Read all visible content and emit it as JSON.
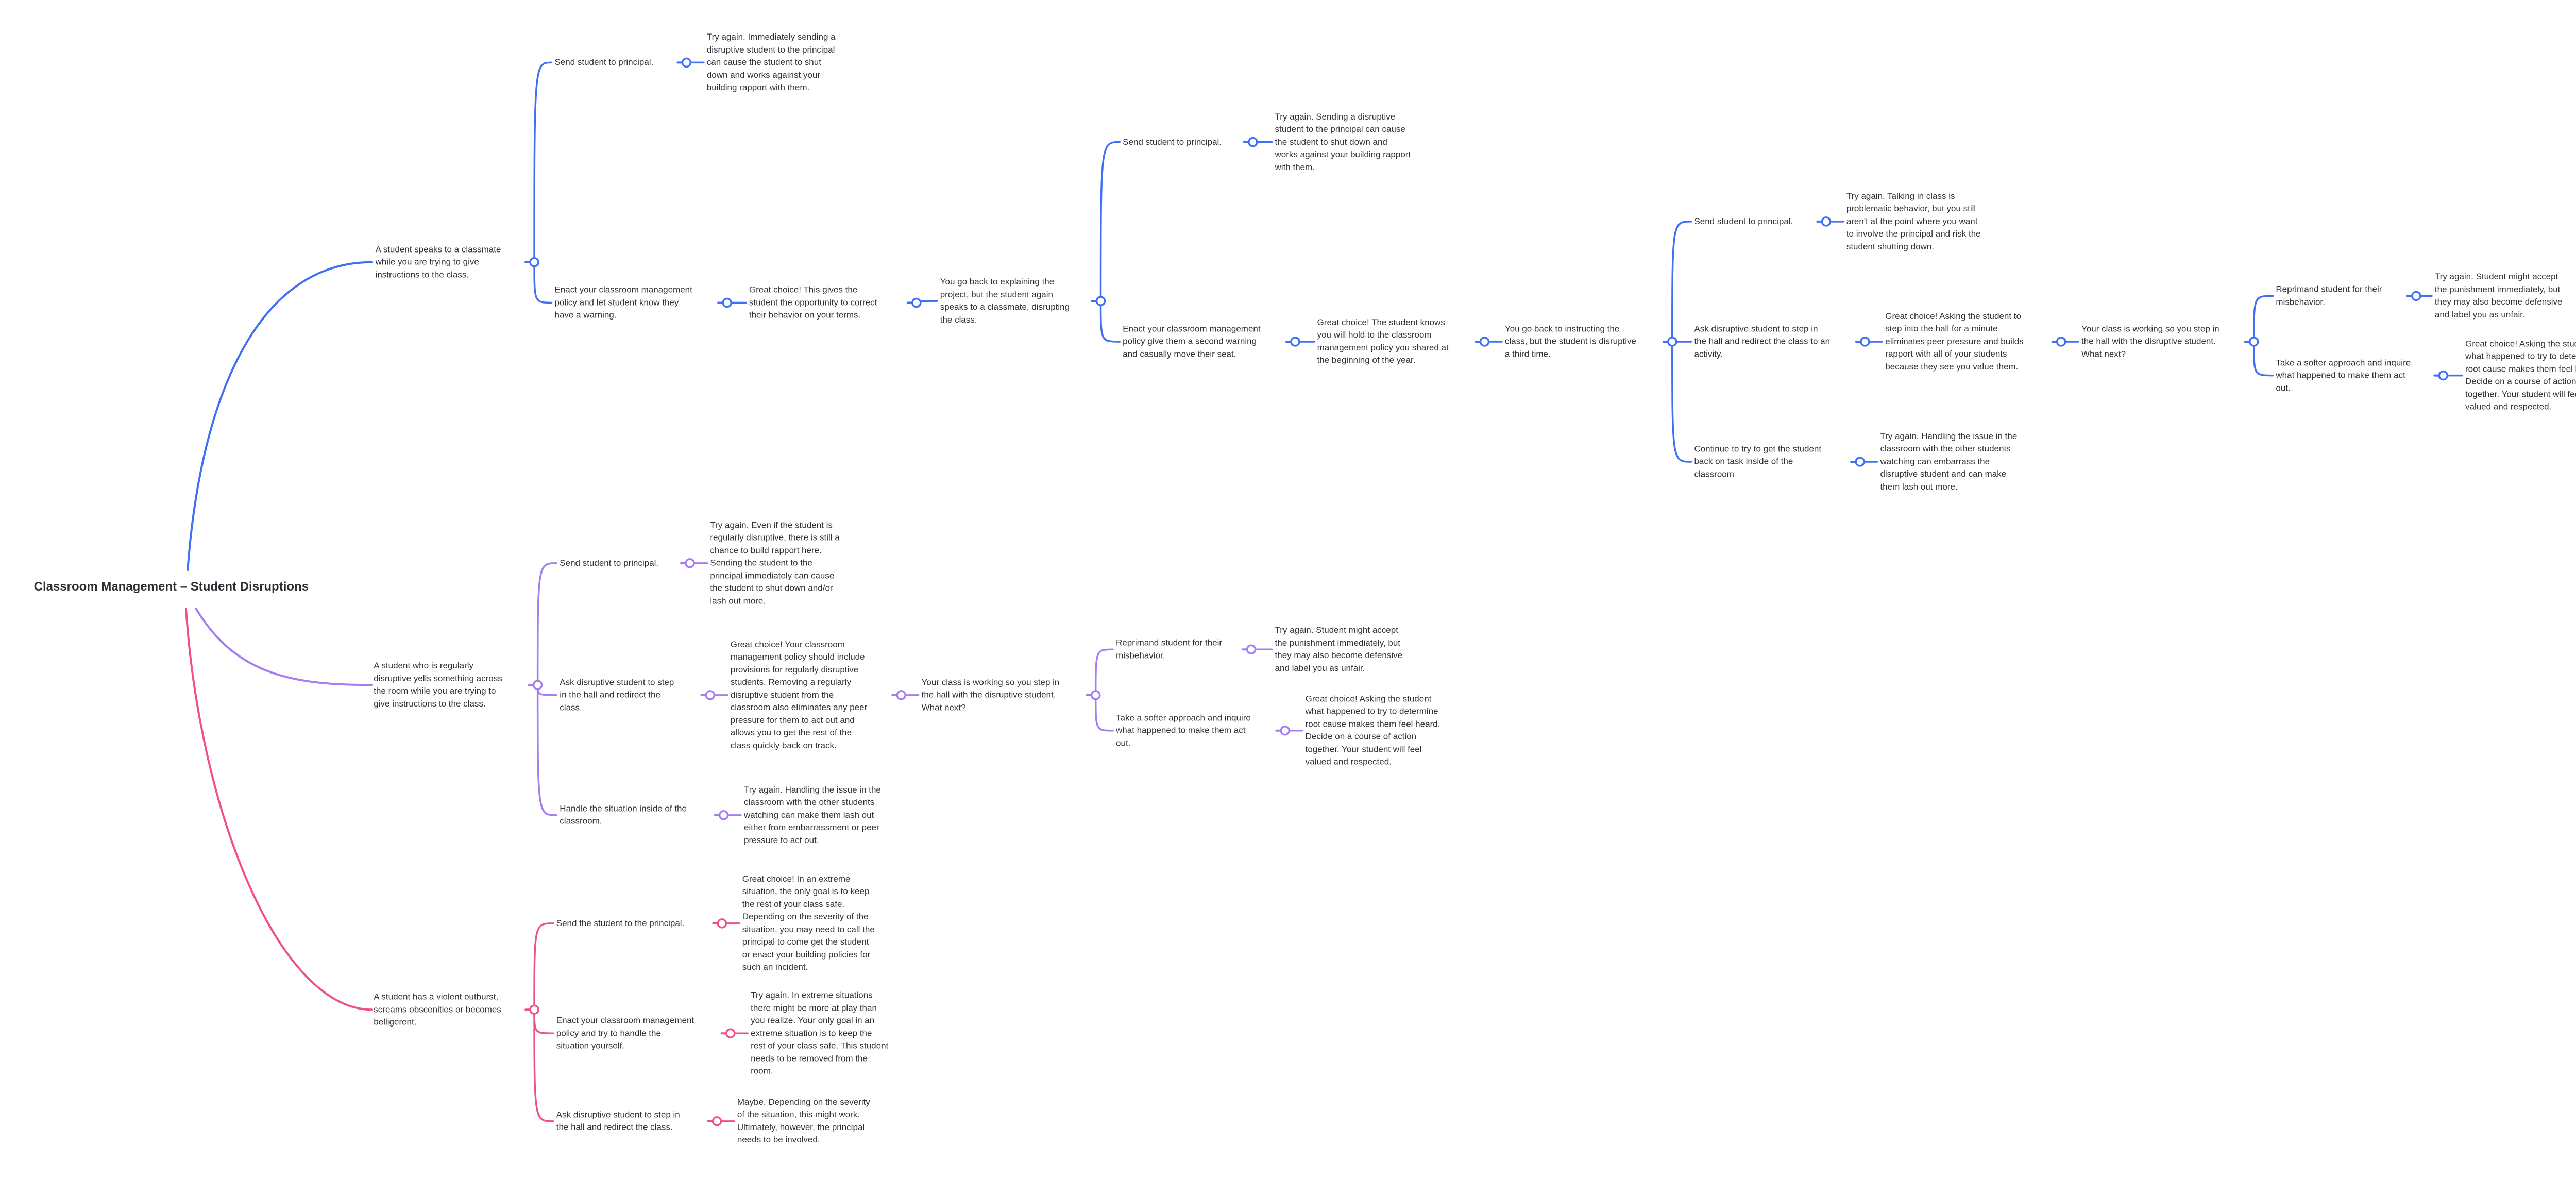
{
  "root": {
    "title": "Classroom Management – Student Disruptions"
  },
  "branches": [
    {
      "color": "#3e6ff4",
      "text": "A student speaks to a classmate\nwhile you are trying to give\ninstructions to the class.",
      "children": [
        {
          "text": "Send student to principal.",
          "children": [
            {
              "text": "Try again. Immediately sending a\ndisruptive student to the principal\ncan cause the student to shut\ndown and works against your\nbuilding rapport with them.",
              "children": []
            }
          ]
        },
        {
          "text": "Enact your classroom management\npolicy and let student know they\nhave a warning.",
          "children": [
            {
              "text": "Great choice! This gives the\nstudent the opportunity to correct\ntheir behavior on your terms.",
              "children": [
                {
                  "text": "You go back to explaining the\nproject, but the student again\nspeaks to a classmate, disrupting\nthe class.",
                  "children": [
                    {
                      "text": "Send student to principal.",
                      "children": [
                        {
                          "text": "Try again. Sending a disruptive\nstudent to the principal can cause\nthe student to shut down and\nworks against your building rapport\nwith them.",
                          "children": []
                        }
                      ]
                    },
                    {
                      "text": "Enact your classroom management\npolicy give them a second warning\nand casually move their seat.",
                      "children": [
                        {
                          "text": "Great choice! The student knows\nyou will hold to the classroom\nmanagement policy you shared at\nthe beginning of the year.",
                          "children": [
                            {
                              "text": "You go back to instructing the\nclass, but the student is disruptive\na third time.",
                              "children": [
                                {
                                  "text": "Send student to principal.",
                                  "children": [
                                    {
                                      "text": "Try again. Talking in class is\nproblematic behavior, but you still\naren't at the point where you want\nto involve the principal and risk the\nstudent shutting down.",
                                      "children": []
                                    }
                                  ]
                                },
                                {
                                  "text": "Ask disruptive student to step in\nthe hall and redirect the class to an\nactivity.",
                                  "children": [
                                    {
                                      "text": "Great choice! Asking the student to\nstep into the hall for a minute\neliminates peer pressure and builds\nrapport with all of your students\nbecause they see you value them.",
                                      "children": [
                                        {
                                          "text": "Your class is working so you step in\nthe hall with the disruptive student.\nWhat next?",
                                          "children": [
                                            {
                                              "text": "Reprimand student for their\nmisbehavior.",
                                              "children": [
                                                {
                                                  "text": "Try again. Student might accept\nthe punishment immediately, but\nthey may also become defensive\nand label you as unfair.",
                                                  "children": []
                                                }
                                              ]
                                            },
                                            {
                                              "text": "Take a softer approach and inquire\nwhat happened to make them act\nout.",
                                              "children": [
                                                {
                                                  "text": "Great choice! Asking the student\nwhat happened to try to determine\nroot cause makes them feel heard.\nDecide on a course of action\ntogether. Your student will feel\nvalued and respected.",
                                                  "children": []
                                                }
                                              ]
                                            }
                                          ]
                                        }
                                      ]
                                    }
                                  ]
                                },
                                {
                                  "text": "Continue to try to get the student\nback on task inside of the\nclassroom",
                                  "children": [
                                    {
                                      "text": "Try again. Handling the issue in the\nclassroom with the other students\nwatching can embarrass the\ndisruptive student and can make\nthem lash out more.",
                                      "children": []
                                    }
                                  ]
                                }
                              ]
                            }
                          ]
                        }
                      ]
                    }
                  ]
                }
              ]
            }
          ]
        }
      ]
    },
    {
      "color": "#a47df0",
      "text": "A student who is regularly\ndisruptive yells something across\nthe room while you are trying to\ngive instructions to the class.",
      "children": [
        {
          "text": "Send student to principal.",
          "children": [
            {
              "text": "Try again. Even if the student is\nregularly disruptive, there is still a\nchance to build rapport here.\nSending the student to the\nprincipal immediately can cause\nthe student to shut down and/or\nlash out more.",
              "children": []
            }
          ]
        },
        {
          "text": "Ask disruptive student to step\nin the hall and redirect the\nclass.",
          "children": [
            {
              "text": "Great choice! Your classroom\nmanagement policy should include\nprovisions for regularly disruptive\nstudents. Removing a regularly\ndisruptive student from the\nclassroom also eliminates any peer\npressure for them to act out and\nallows you to get the rest of the\nclass quickly back on track.",
              "children": [
                {
                  "text": "Your class is working so you step in\nthe hall with the disruptive student.\nWhat next?",
                  "children": [
                    {
                      "text": "Reprimand student for their\nmisbehavior.",
                      "children": [
                        {
                          "text": "Try again. Student might accept\nthe punishment immediately, but\nthey may also become defensive\nand label you as unfair.",
                          "children": []
                        }
                      ]
                    },
                    {
                      "text": "Take a softer approach and inquire\nwhat happened to make them act\nout.",
                      "children": [
                        {
                          "text": "Great choice! Asking the student\nwhat happened to try to determine\nroot cause makes them feel heard.\nDecide on a course of action\ntogether. Your student will feel\nvalued and respected.",
                          "children": []
                        }
                      ]
                    }
                  ]
                }
              ]
            }
          ]
        },
        {
          "text": "Handle the situation inside of the\nclassroom.",
          "children": [
            {
              "text": "Try again. Handling the issue in the\nclassroom with the other students\nwatching can make them lash out\neither from embarrassment or peer\npressure to act out.",
              "children": []
            }
          ]
        }
      ]
    },
    {
      "color": "#f04f88",
      "text": "A student has a violent outburst,\nscreams obscenities or becomes\nbelligerent.",
      "children": [
        {
          "text": "Send the student to the principal.",
          "children": [
            {
              "text": "Great choice! In an extreme\nsituation, the only goal is to keep\nthe rest of your class safe.\nDepending on the severity of the\nsituation, you may need to call the\nprincipal to come get the student\nor enact your building policies for\nsuch an incident.",
              "children": []
            }
          ]
        },
        {
          "text": "Enact your classroom management\npolicy and try to handle the\nsituation yourself.",
          "children": [
            {
              "text": "Try again. In extreme situations\nthere might be more at play than\nyou realize. Your only goal in an\nextreme situation is to keep the\nrest of your class safe. This student\nneeds to be removed from the\nroom.",
              "children": []
            }
          ]
        },
        {
          "text": "Ask disruptive student to step in\nthe hall and redirect the class.",
          "children": [
            {
              "text": "Maybe. Depending on the severity\nof the situation, this might work.\nUltimately, however, the principal\nneeds to be involved.",
              "children": []
            }
          ]
        }
      ]
    }
  ]
}
